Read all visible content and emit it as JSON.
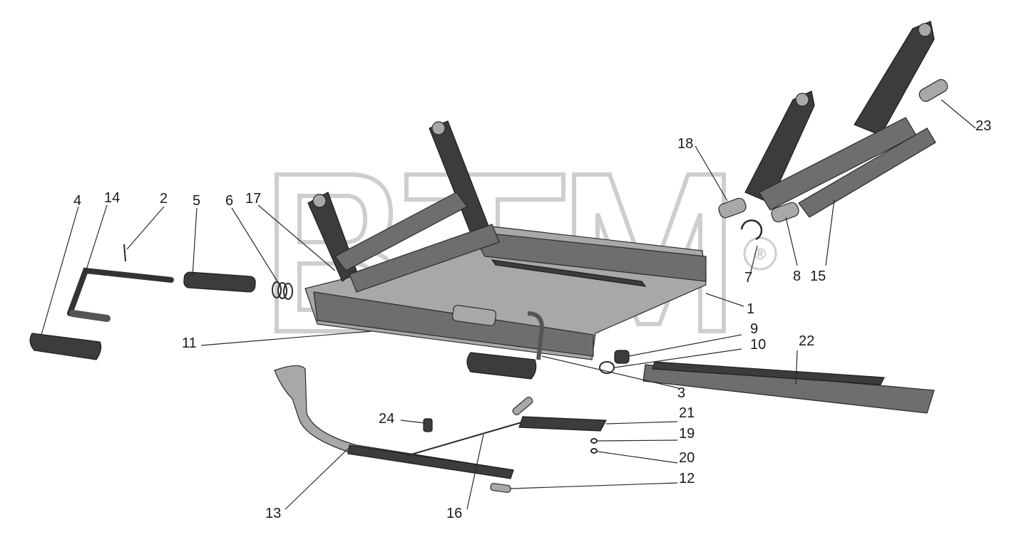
{
  "watermark": {
    "text": "BTM",
    "registered": "®"
  },
  "callouts": [
    {
      "id": "1",
      "label": "1"
    },
    {
      "id": "2",
      "label": "2"
    },
    {
      "id": "3",
      "label": "3"
    },
    {
      "id": "4",
      "label": "4"
    },
    {
      "id": "5",
      "label": "5"
    },
    {
      "id": "6",
      "label": "6"
    },
    {
      "id": "7",
      "label": "7"
    },
    {
      "id": "8",
      "label": "8"
    },
    {
      "id": "9",
      "label": "9"
    },
    {
      "id": "10",
      "label": "10"
    },
    {
      "id": "11",
      "label": "11"
    },
    {
      "id": "12",
      "label": "12"
    },
    {
      "id": "13",
      "label": "13"
    },
    {
      "id": "14",
      "label": "14"
    },
    {
      "id": "15",
      "label": "15"
    },
    {
      "id": "16",
      "label": "16"
    },
    {
      "id": "17",
      "label": "17"
    },
    {
      "id": "18",
      "label": "18"
    },
    {
      "id": "19",
      "label": "19"
    },
    {
      "id": "20",
      "label": "20"
    },
    {
      "id": "21",
      "label": "21"
    },
    {
      "id": "22",
      "label": "22"
    },
    {
      "id": "23",
      "label": "23"
    },
    {
      "id": "24",
      "label": "24"
    }
  ]
}
